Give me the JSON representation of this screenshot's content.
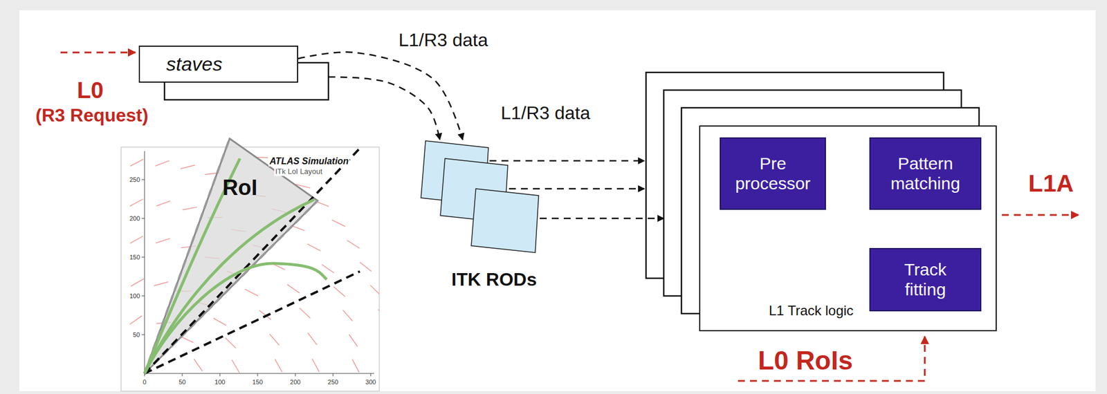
{
  "diagram": {
    "nodes": [
      {
        "text": [
          "staves"
        ]
      },
      {
        "text": [
          "ITK RODs"
        ]
      },
      {
        "text": [
          "L1 Track logic"
        ]
      },
      {
        "text": [
          "Pre processor"
        ],
        "in": 2
      },
      {
        "text": [
          "Pattern matching"
        ],
        "in": 2
      },
      {
        "text": [
          "Track fitting"
        ],
        "in": 2
      }
    ],
    "edges": [
      {
        "from": 0,
        "to": 1,
        "arrow": "to",
        "label": "L1/R3 data"
      },
      {
        "from": 0,
        "to": 1,
        "arrow": "to"
      },
      {
        "from": 1,
        "to": 2,
        "arrow": "to",
        "label": "L1/R3 data"
      },
      {
        "from": 1,
        "to": 2,
        "arrow": "to"
      },
      {
        "from": 1,
        "to": 2,
        "arrow": "to"
      },
      {
        "from": 3,
        "to": 4,
        "arrow": "to"
      },
      {
        "from": 3,
        "to": 4,
        "arrow": "to"
      },
      {
        "from": 4,
        "to": 5,
        "arrow": "to"
      },
      {
        "from": 4,
        "to": 5,
        "arrow": "to"
      }
    ],
    "labels": [
      "L0",
      "(R3 Request)",
      "L1A",
      "L0 RoIs",
      "RoI",
      "ATLAS Simulation",
      "ITk LoI Layout",
      "250",
      "200",
      "150",
      "100",
      "50",
      "0",
      "50",
      "100",
      "150",
      "200",
      "250",
      "300"
    ]
  }
}
